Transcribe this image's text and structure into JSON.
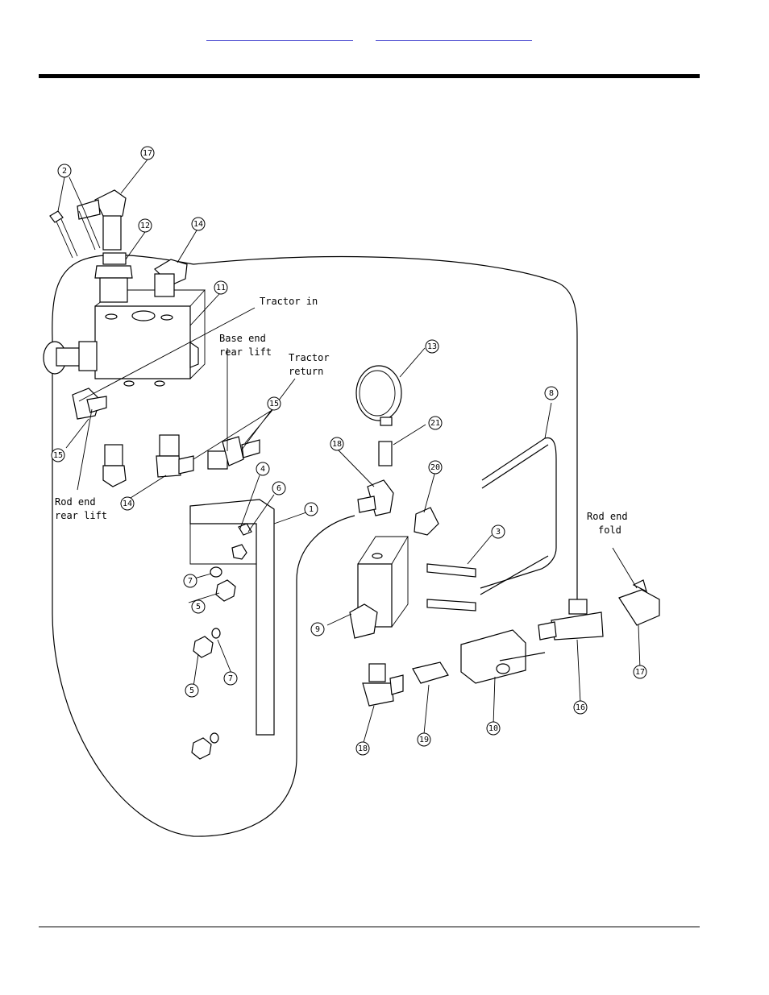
{
  "header": {
    "link_left": "",
    "link_right": ""
  },
  "labels": {
    "tractor_in": "Tractor in",
    "base_end_1": "Base end",
    "base_end_2": "rear lift",
    "tractor_return_1": "Tractor",
    "tractor_return_2": "return",
    "rod_end_rear_1": "Rod end",
    "rod_end_rear_2": "rear lift",
    "rod_end_fold_1": "Rod end",
    "rod_end_fold_2": "fold"
  },
  "callouts": {
    "c1": "1",
    "c2": "2",
    "c3": "3",
    "c4": "4",
    "c5a": "5",
    "c5b": "5",
    "c6": "6",
    "c7a": "7",
    "c7b": "7",
    "c8": "8",
    "c9": "9",
    "c10": "10",
    "c11": "11",
    "c12": "12",
    "c13": "13",
    "c14a": "14",
    "c14b": "14",
    "c15a": "15",
    "c15b": "15",
    "c16": "16",
    "c17a": "17",
    "c17b": "17",
    "c18a": "18",
    "c18b": "18",
    "c19": "19",
    "c20": "20",
    "c21": "21"
  }
}
